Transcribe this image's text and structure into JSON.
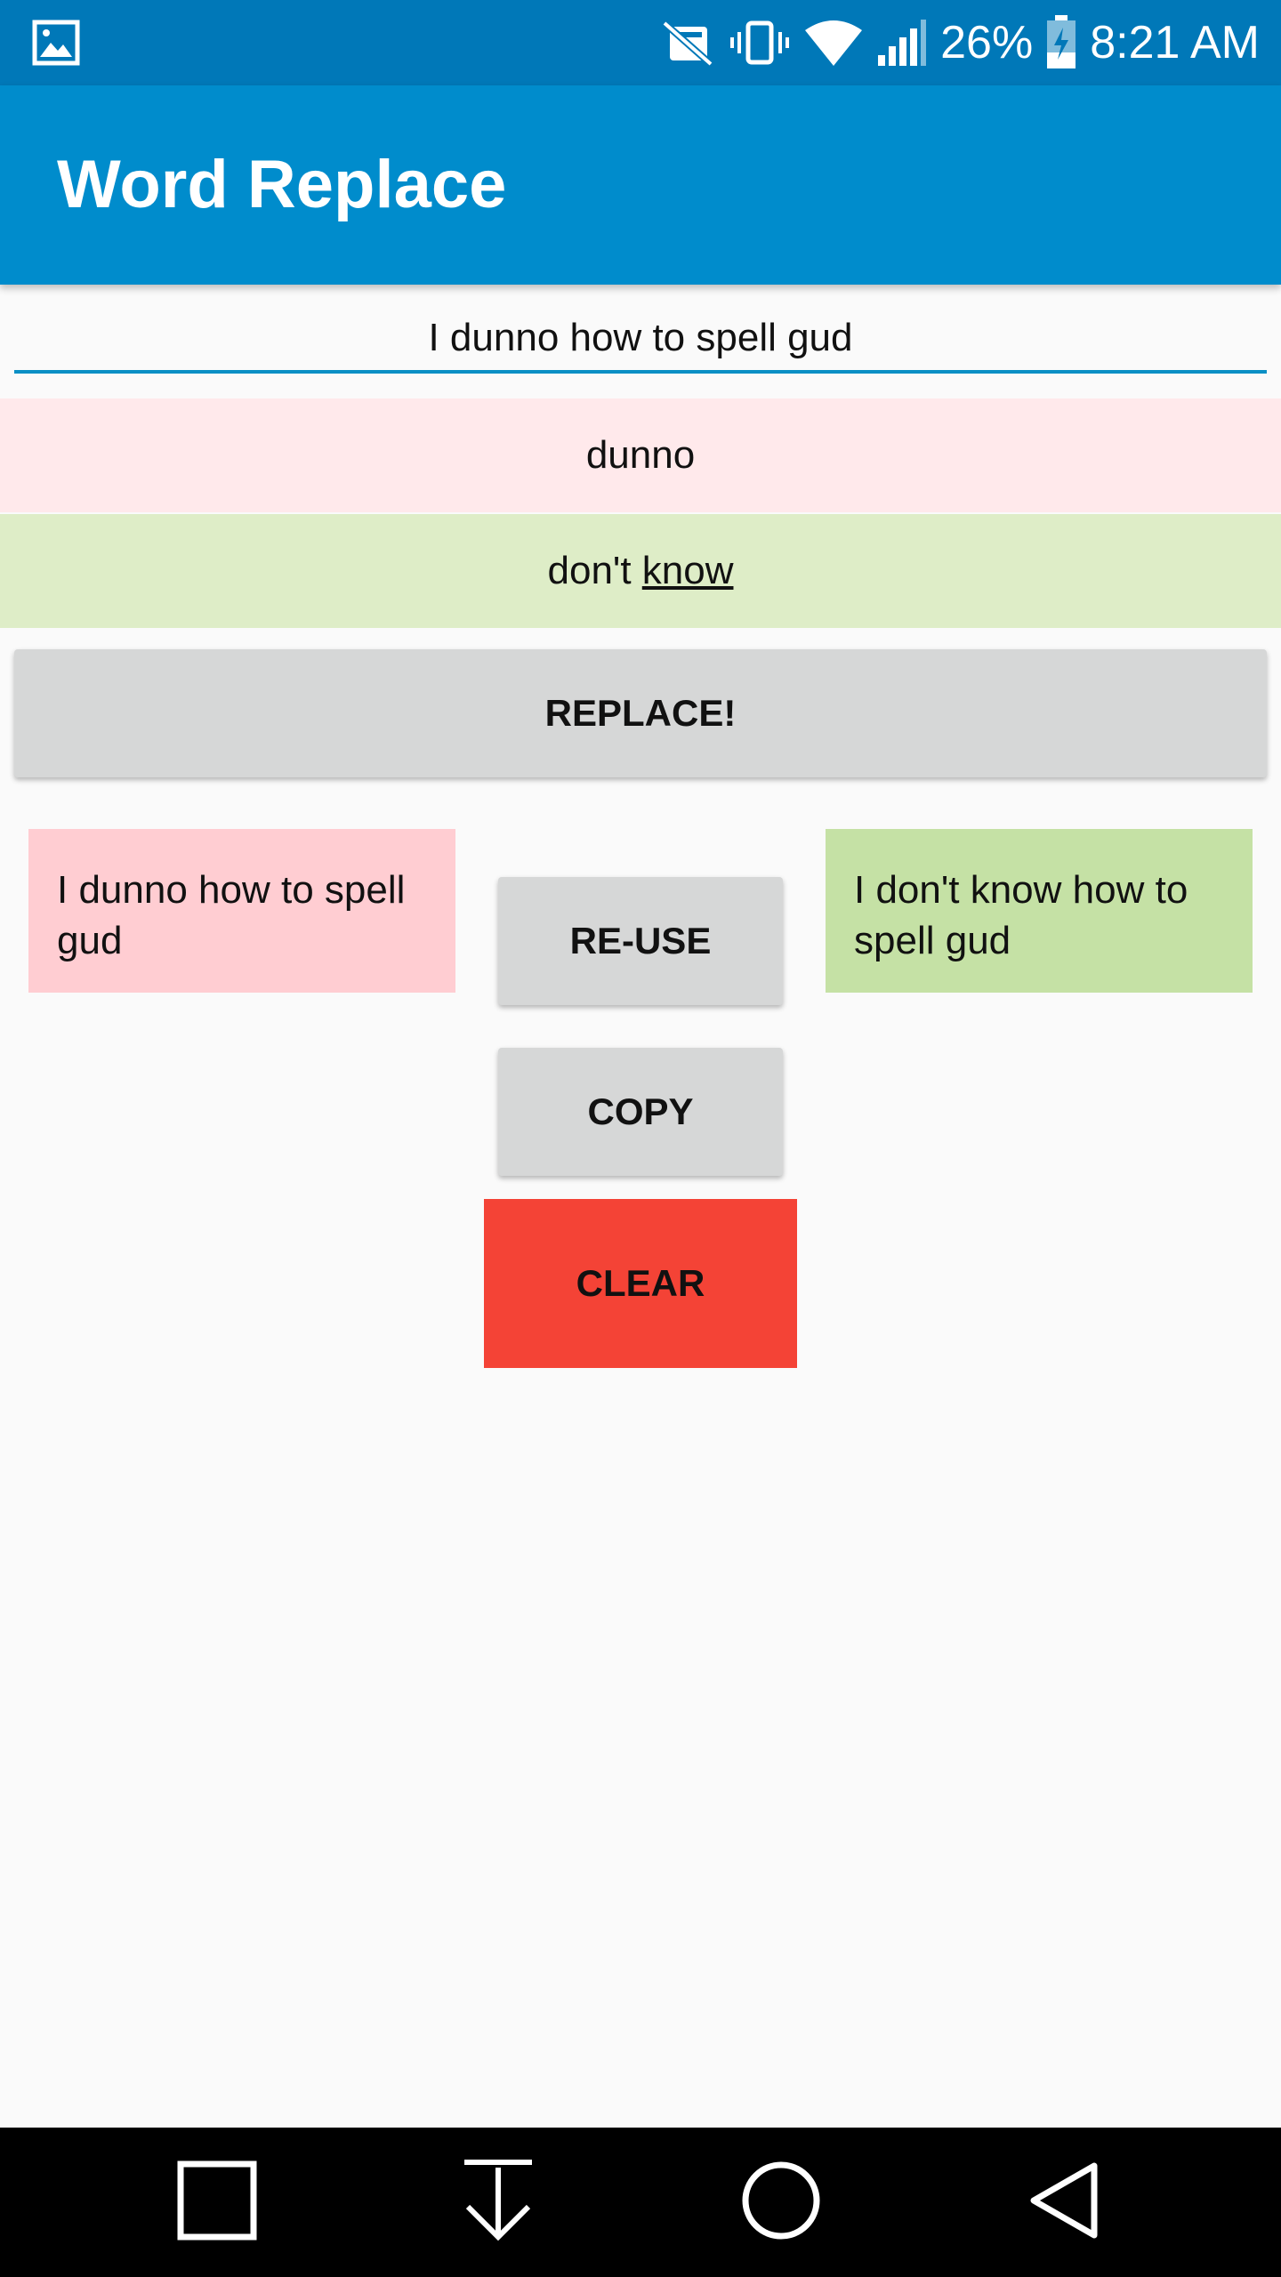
{
  "status_bar": {
    "battery_percent": "26%",
    "time": "8:21 AM",
    "icons": [
      "image-icon",
      "no-sim-icon",
      "vibrate-icon",
      "wifi-icon",
      "signal-icon",
      "battery-charging-icon"
    ]
  },
  "app_bar": {
    "title": "Word Replace"
  },
  "form": {
    "input_text": "I dunno how to spell gud",
    "find_word": "dunno",
    "replace_prefix": "don't ",
    "replace_underlined": "know",
    "replace_button_label": "REPLACE!"
  },
  "results": {
    "original_text": "I dunno how to spell gud",
    "result_text": "I don't know how to spell gud",
    "reuse_label": "RE-USE",
    "copy_label": "COPY",
    "clear_label": "CLEAR"
  },
  "nav_bar": {
    "icons": [
      "recents-icon",
      "notification-pull-icon",
      "home-icon",
      "back-icon"
    ]
  },
  "colors": {
    "status_bar": "#0078b8",
    "app_bar": "#008ccc",
    "find_bg": "#ffe9eb",
    "replace_bg": "#deedc7",
    "original_bg": "#ffcdd2",
    "result_bg": "#c5e1a5",
    "clear_bg": "#f44336"
  }
}
